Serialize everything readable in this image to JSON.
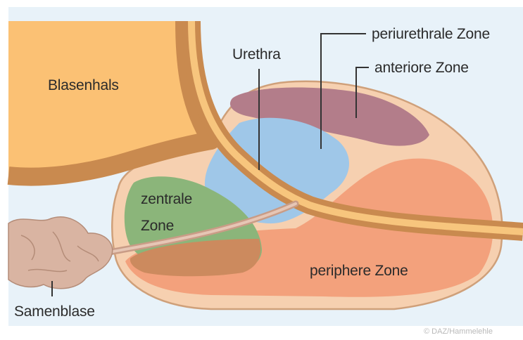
{
  "diagram": {
    "labels": {
      "blasenhals": "Blasenhals",
      "urethra": "Urethra",
      "periurethrale_zone": "periurethrale Zone",
      "anteriore_zone": "anteriore Zone",
      "zentrale_zone_line1": "zentrale",
      "zentrale_zone_line2": "Zone",
      "periphere_zone": "periphere Zone",
      "samenblase": "Samenblase"
    },
    "credit": "© DAZ/Hammelehle"
  },
  "colors": {
    "background": "#e8f2f9",
    "bladder": "#fbc174",
    "bladder_wall": "#c98a4f",
    "prostate_capsule": "#f6d0b0",
    "capsule_outline": "#cfa07a",
    "periurethral_zone": "#9fc7e8",
    "anterior_zone": "#b37d8a",
    "peripheral_zone": "#f3a17c",
    "central_zone": "#8bb57a",
    "overlap": "#cc8a5e",
    "urethra_tube": "#f7c57d",
    "seminal_vesicle": "#d9b4a2"
  }
}
